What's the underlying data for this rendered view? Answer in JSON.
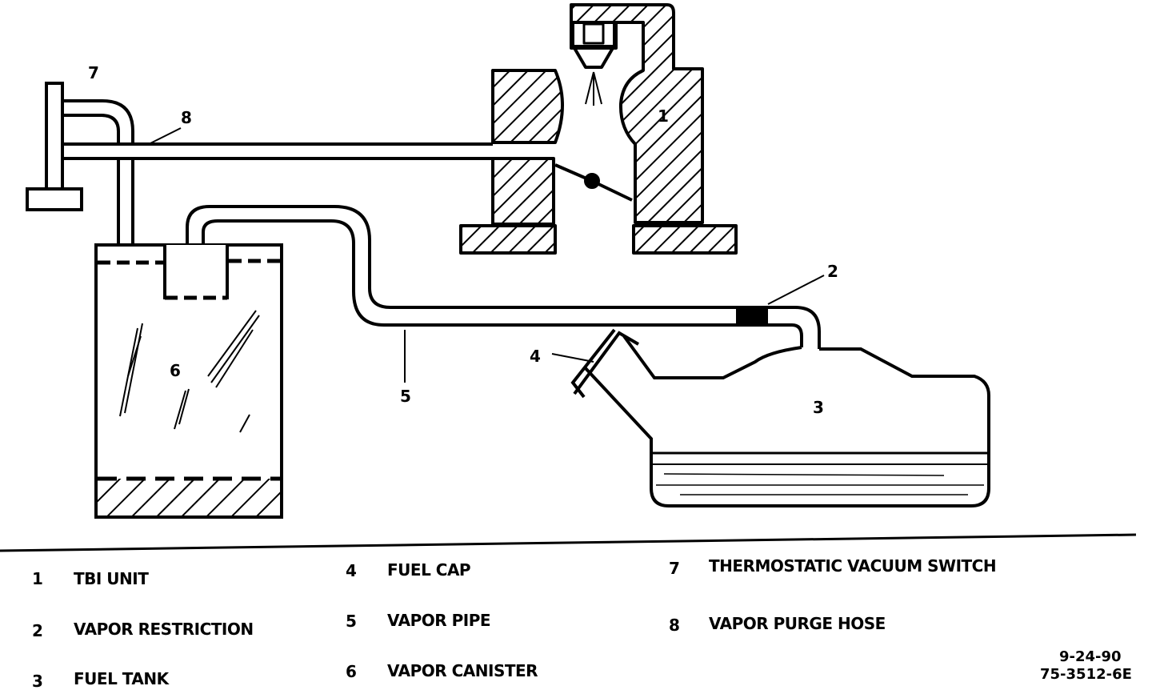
{
  "callouts": {
    "c1": "1",
    "c2": "2",
    "c3": "3",
    "c4": "4",
    "c5": "5",
    "c6": "6",
    "c7": "7",
    "c8": "8"
  },
  "legend": [
    {
      "num": "1",
      "label": "TBI UNIT"
    },
    {
      "num": "2",
      "label": "VAPOR RESTRICTION"
    },
    {
      "num": "3",
      "label": "FUEL TANK"
    },
    {
      "num": "4",
      "label": "FUEL CAP"
    },
    {
      "num": "5",
      "label": "VAPOR PIPE"
    },
    {
      "num": "6",
      "label": "VAPOR CANISTER"
    },
    {
      "num": "7",
      "label": "THERMOSTATIC VACUUM SWITCH"
    },
    {
      "num": "8",
      "label": "VAPOR PURGE HOSE"
    }
  ],
  "stamp": {
    "date": "9-24-90",
    "code": "75-3512-6E"
  }
}
